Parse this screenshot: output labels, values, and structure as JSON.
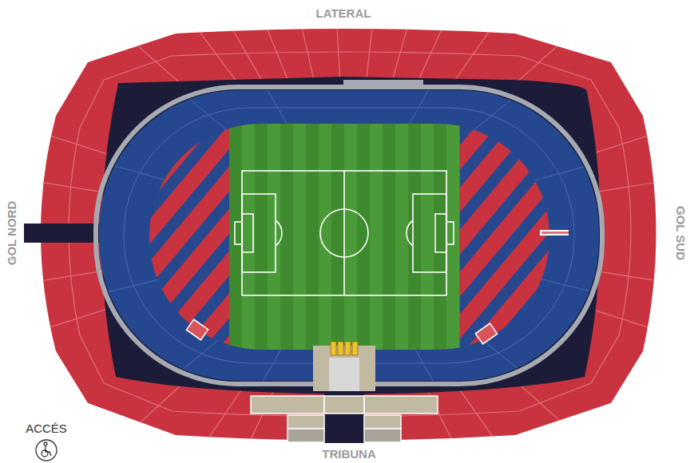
{
  "diagram": {
    "labels": [
      "LATERAL",
      "GOL NORD",
      "GOL SUD",
      "TRIBUNA",
      "ACCÉS"
    ]
  }
}
